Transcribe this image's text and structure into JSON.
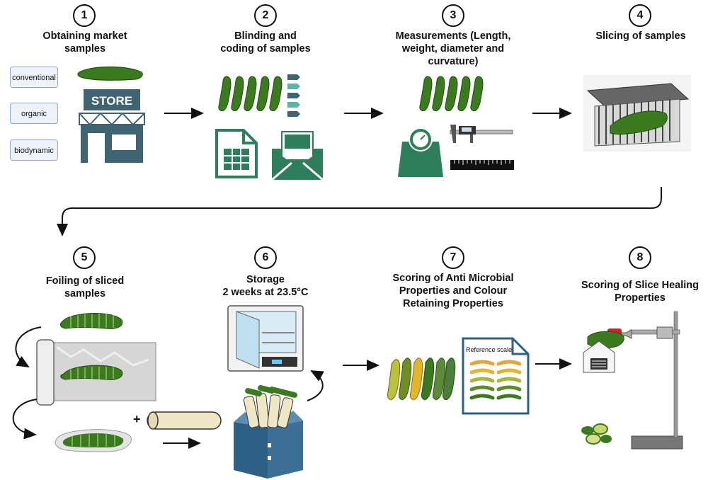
{
  "steps": [
    {
      "num": "1",
      "title": "Obtaining market\nsamples"
    },
    {
      "num": "2",
      "title": "Blinding and\ncoding of samples"
    },
    {
      "num": "3",
      "title": "Measurements (Length,\nweight, diameter and\ncurvature)"
    },
    {
      "num": "4",
      "title": "Slicing of samples"
    },
    {
      "num": "5",
      "title": "Foiling of sliced\nsamples"
    },
    {
      "num": "6",
      "title": "Storage\n2 weeks at 23.5°C"
    },
    {
      "num": "7",
      "title": "Scoring of Anti Microbial\nProperties and Colour\nRetaining Properties"
    },
    {
      "num": "8",
      "title": "Scoring of Slice Healing\nProperties"
    }
  ],
  "sample_types": [
    "conventional",
    "organic",
    "biodynamic"
  ],
  "store_sign": "STORE",
  "reference_scale_label": "Reference scale",
  "plus_sign": "+",
  "colors": {
    "cucumber": "#3b7a1f",
    "store": "#3d6470",
    "accent_green": "#2e7d5b",
    "arrow": "#111111"
  }
}
